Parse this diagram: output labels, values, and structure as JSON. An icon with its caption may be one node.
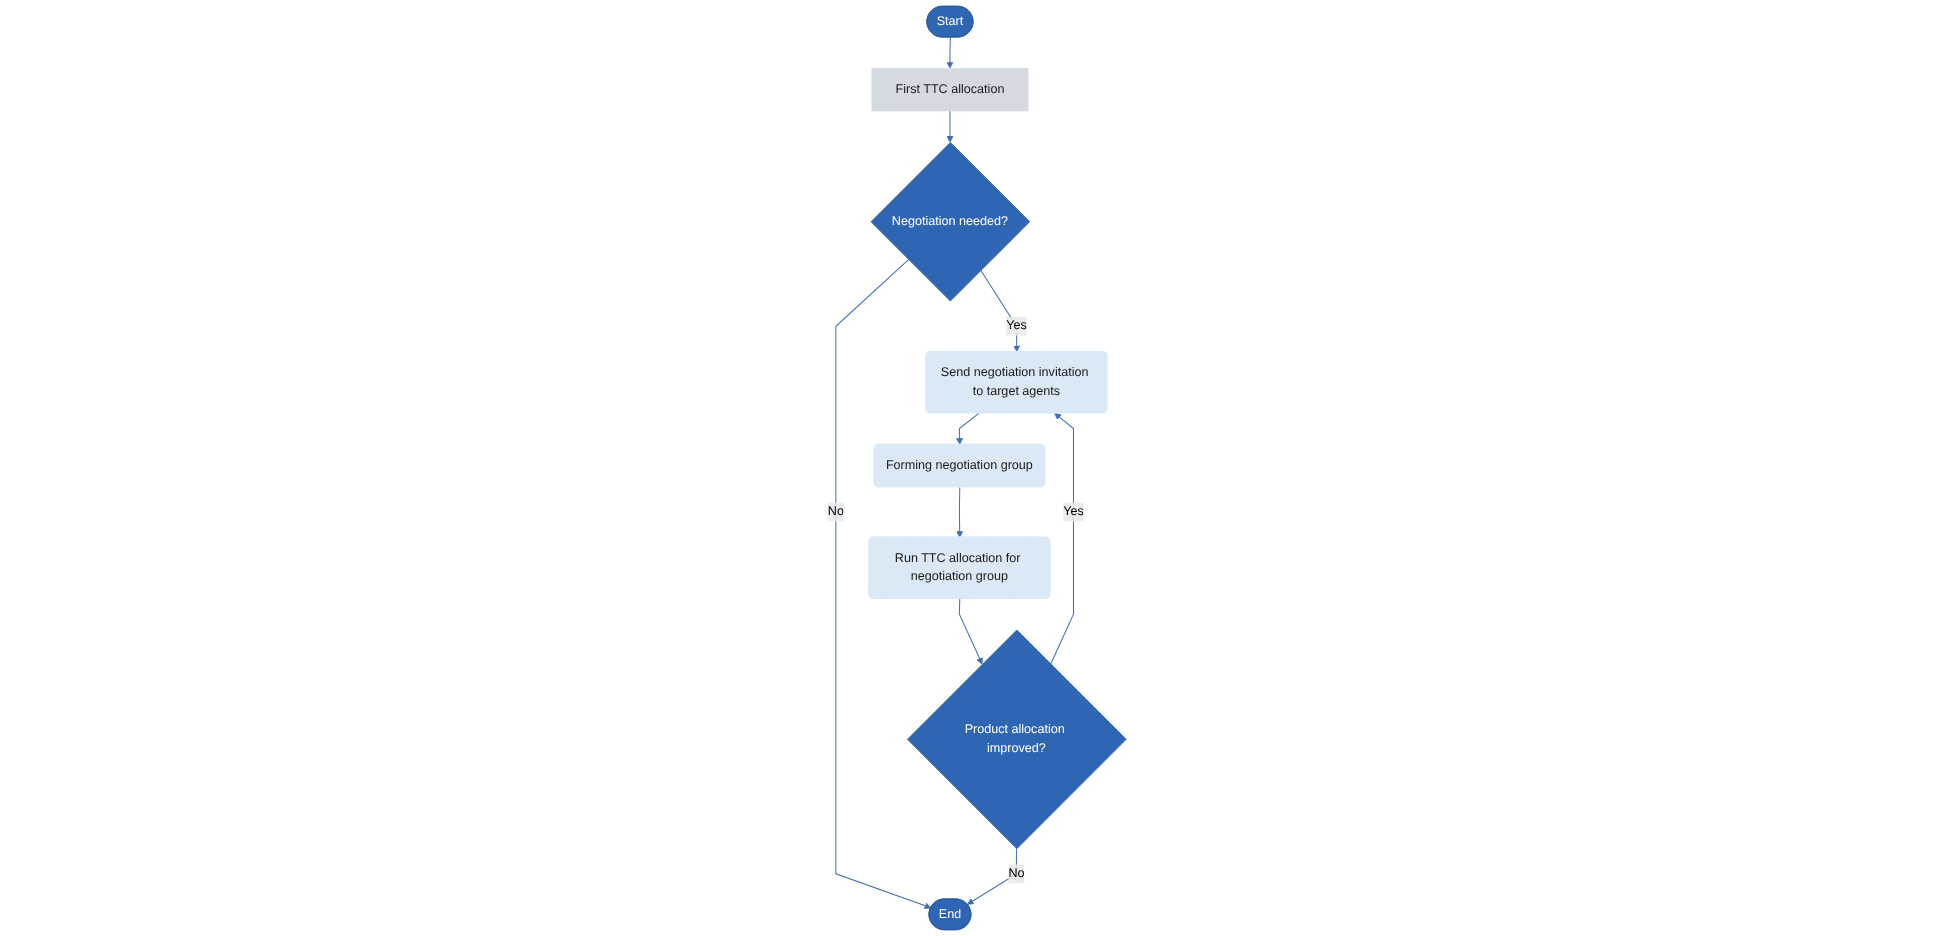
{
  "diagram": {
    "nodes": [
      {
        "text": [
          "Start"
        ]
      },
      {
        "text": [
          "First TTC allocation"
        ]
      },
      {
        "text": [
          "Negotiation needed?"
        ]
      },
      {
        "text": [
          "Send negotiation invitation to target agents"
        ]
      },
      {
        "text": [
          "Forming negotiation group"
        ]
      },
      {
        "text": [
          "Run TTC allocation for negotiation group"
        ]
      },
      {
        "text": [
          "Product allocation improved?"
        ]
      },
      {
        "text": [
          "End"
        ]
      }
    ],
    "edges": [
      {
        "from": 0,
        "to": 1,
        "arrow": "to"
      },
      {
        "from": 1,
        "to": 2,
        "arrow": "to"
      },
      {
        "from": 2,
        "to": 3,
        "arrow": "to",
        "label": "Yes"
      },
      {
        "from": 2,
        "to": 7,
        "arrow": "to",
        "label": "No"
      },
      {
        "from": 3,
        "to": 4,
        "arrow": "to"
      },
      {
        "from": 4,
        "to": 5,
        "arrow": "to"
      },
      {
        "from": 5,
        "to": 6,
        "arrow": "to"
      },
      {
        "from": 6,
        "to": 3,
        "arrow": "to",
        "label": "Yes"
      },
      {
        "from": 6,
        "to": 7,
        "arrow": "to",
        "label": "No"
      }
    ]
  }
}
